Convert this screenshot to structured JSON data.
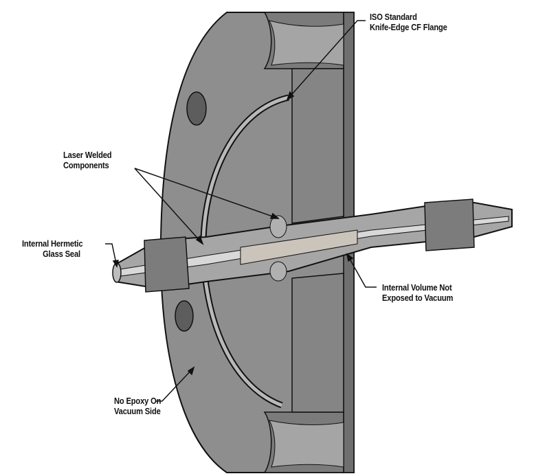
{
  "labels": {
    "cf_flange": {
      "line1": "ISO Standard",
      "line2": "Knife-Edge CF Flange"
    },
    "laser_welded": {
      "line1": "Laser Welded",
      "line2": "Components"
    },
    "glass_seal": {
      "line1": "Internal Hermetic",
      "line2": "Glass Seal"
    },
    "internal_volume": {
      "line1": "Internal Volume Not",
      "line2": "Exposed to Vacuum"
    },
    "no_epoxy": {
      "line1": "No Epoxy On",
      "line2": "Vacuum Side"
    }
  },
  "colors": {
    "flange_face": "#8e8e8e",
    "flange_dark": "#6f6f6f",
    "tube_light": "#c9c9c9",
    "tube_mid": "#a6a6a6",
    "outline": "#111111"
  }
}
